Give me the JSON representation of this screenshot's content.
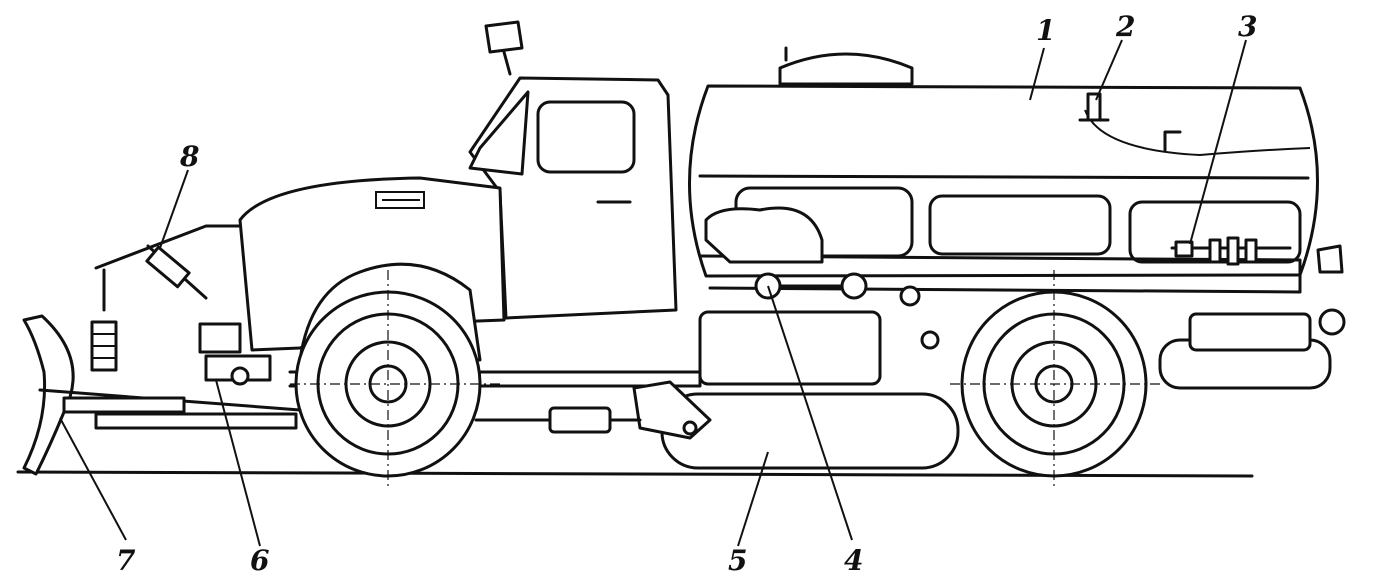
{
  "callouts": [
    {
      "id": "1",
      "label": "1"
    },
    {
      "id": "2",
      "label": "2"
    },
    {
      "id": "3",
      "label": "3"
    },
    {
      "id": "4",
      "label": "4"
    },
    {
      "id": "5",
      "label": "5"
    },
    {
      "id": "6",
      "label": "6"
    },
    {
      "id": "7",
      "label": "7"
    },
    {
      "id": "8",
      "label": "8"
    }
  ],
  "colors": {
    "ink": "#111111",
    "paper": "#ffffff"
  }
}
